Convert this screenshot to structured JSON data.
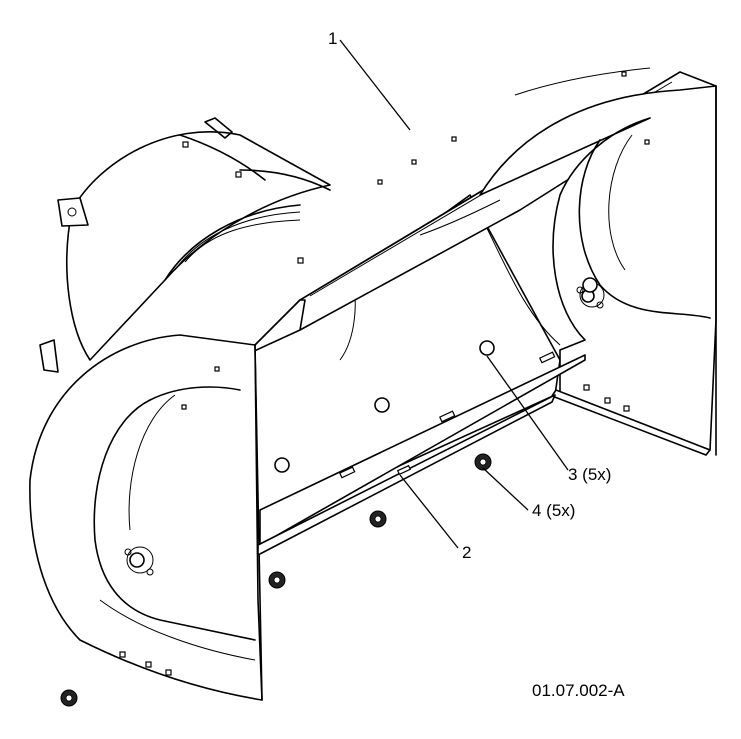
{
  "callouts": {
    "part1": "1",
    "part2": "2",
    "part3": "3 (5x)",
    "part4": "4 (5x)"
  },
  "drawing_id": "01.07.002-A",
  "colors": {
    "line": "#000000",
    "background": "#ffffff"
  }
}
